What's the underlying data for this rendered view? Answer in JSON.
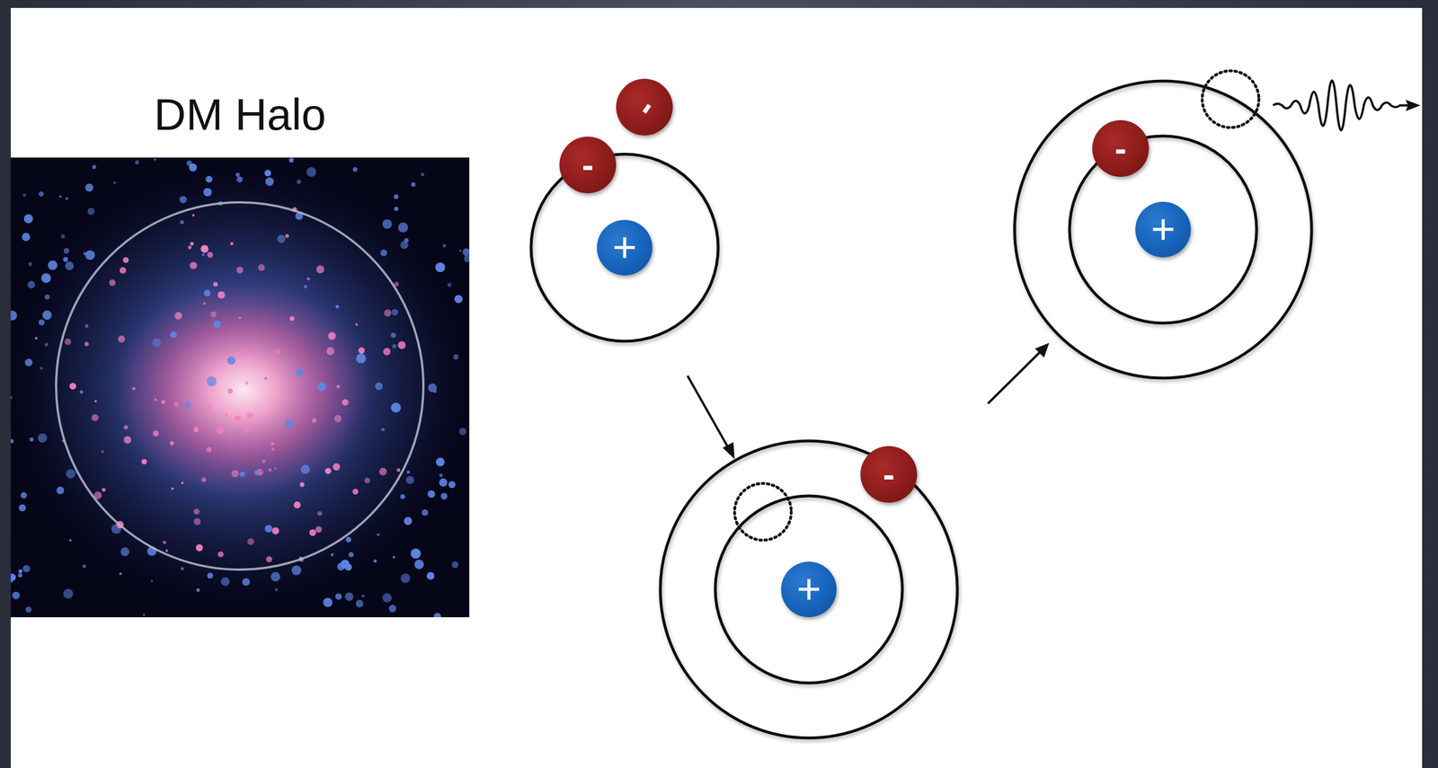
{
  "diagram": {
    "nodes": [
      {
        "text": [
          "DM Halo"
        ]
      },
      {
        "text": [
          "-"
        ]
      },
      {
        "text": [
          "-"
        ]
      },
      {
        "text": [
          "+"
        ]
      },
      {
        "text": [
          "-"
        ]
      },
      {
        "text": [
          "+"
        ]
      },
      {
        "text": [
          "-"
        ]
      },
      {
        "text": [
          "+"
        ]
      }
    ]
  }
}
